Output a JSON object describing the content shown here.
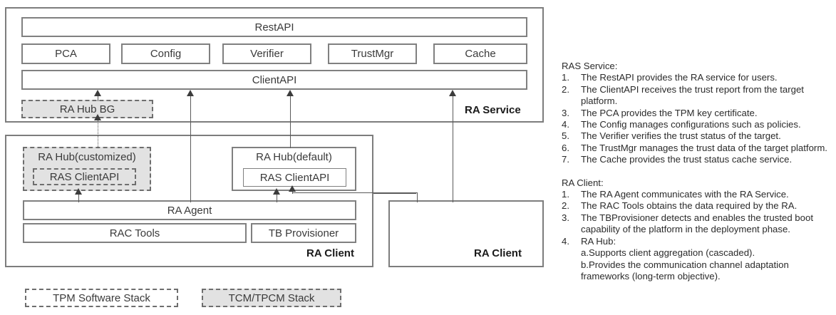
{
  "diagram": {
    "service_group": {
      "label": "RA Service",
      "top_bar": "RestAPI",
      "modules": [
        "PCA",
        "Config",
        "Verifier",
        "TrustMgr",
        "Cache"
      ],
      "client_api": "ClientAPI",
      "hub_bg": "RA Hub BG"
    },
    "client_group": {
      "label": "RA Client",
      "hub_customized": {
        "title": "RA Hub(customized)",
        "inner": "RAS ClientAPI"
      },
      "hub_default": {
        "title": "RA Hub(default)",
        "inner": "RAS ClientAPI"
      },
      "agent": "RA Agent",
      "rac_tools": "RAC Tools",
      "tb_provisioner": "TB Provisioner"
    },
    "client_group_2": {
      "label": "RA Client"
    },
    "legend": [
      {
        "text": "TPM Software Stack",
        "style": "dashed-white"
      },
      {
        "text": "TCM/TPCM Stack",
        "style": "dashed-gray"
      }
    ]
  },
  "notes": {
    "service": {
      "title": "RAS Service:",
      "items": [
        {
          "num": "1.",
          "text": "The RestAPI provides the RA service for users."
        },
        {
          "num": "2.",
          "text": "The ClientAPI receives the trust report from the target platform."
        },
        {
          "num": "3.",
          "text": "The PCA provides the TPM key certificate."
        },
        {
          "num": "4.",
          "text": "The Config manages configurations such as policies."
        },
        {
          "num": "5.",
          "text": "The Verifier verifies the trust status of the target."
        },
        {
          "num": "6.",
          "text": "The TrustMgr manages the trust data of the target platform."
        },
        {
          "num": "7.",
          "text": "The Cache provides the trust status cache service."
        }
      ]
    },
    "client": {
      "title": "RA Client:",
      "items": [
        {
          "num": "1.",
          "text": "The RA Agent communicates with the RA Service."
        },
        {
          "num": "2.",
          "text": "The RAC Tools obtains the data required by the RA."
        },
        {
          "num": "3.",
          "text": "The TBProvisioner detects and enables the trusted boot capability of the platform in the deployment phase."
        },
        {
          "num": "4.",
          "text": "RA Hub:"
        }
      ],
      "sub_items": [
        "a.Supports client aggregation (cascaded).",
        "b.Provides the communication channel adaptation frameworks (long-term objective)."
      ]
    }
  },
  "colors": {
    "border": "#808080",
    "fill_gray": "#e2e2e2",
    "text": "#3a3a3a",
    "line": "#5a5a5a"
  }
}
